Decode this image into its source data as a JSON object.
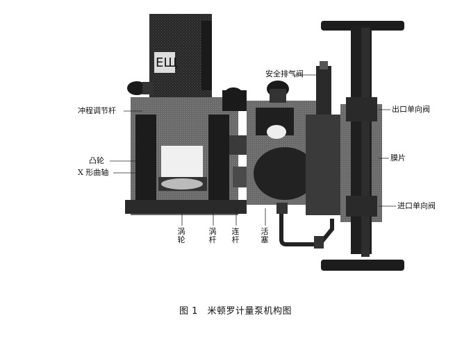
{
  "figure": {
    "caption": "图 1　米顿罗计量泵机构图",
    "labels": {
      "stroke_adjust_rod": "冲程调节杆",
      "cam": "凸轮",
      "x_crank": "X 形曲轴",
      "safety_vent_valve": "安全排气阀",
      "outlet_check_valve": "出口单向阀",
      "diaphragm": "膜片",
      "inlet_check_valve": "进口单向阀",
      "worm_wheel": "涡轮",
      "worm": "涡杆",
      "connecting_rod": "连杆",
      "piston": "活塞"
    }
  }
}
